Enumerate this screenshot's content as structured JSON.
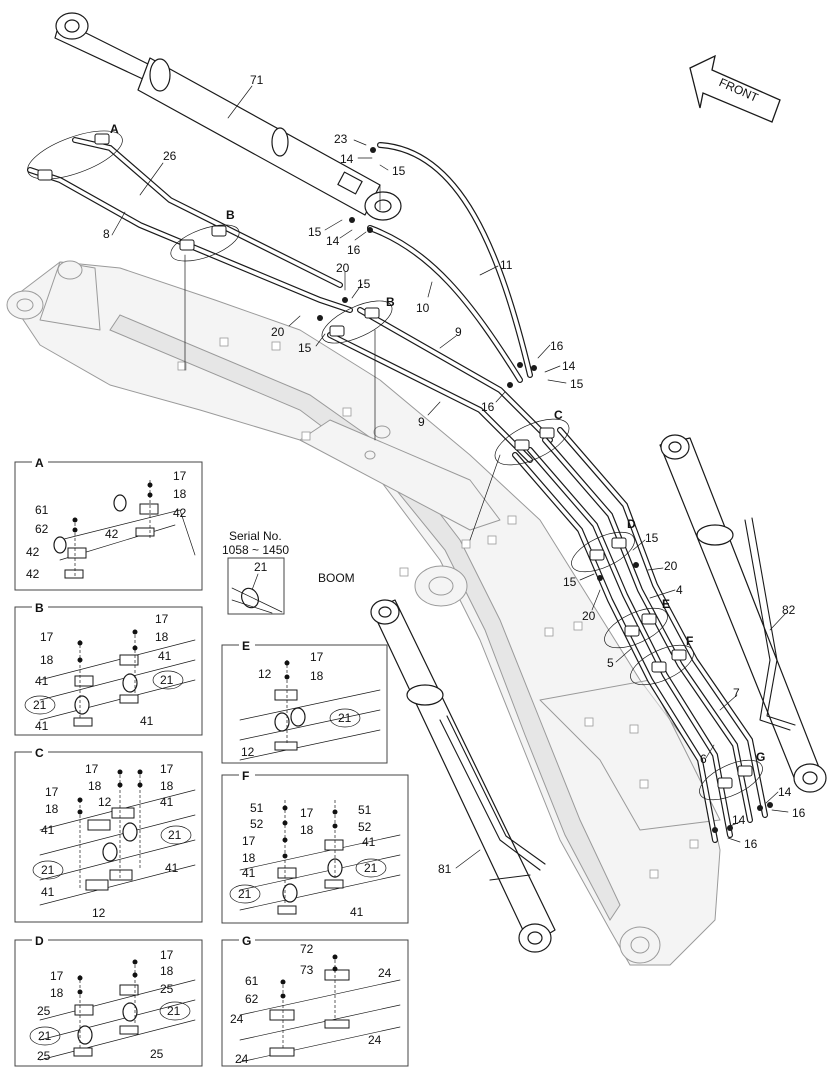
{
  "arrow_label": "FRONT",
  "boom_label": "BOOM",
  "serial": {
    "title": "Serial No.",
    "range": "1058 ~ 1450",
    "part": "21"
  },
  "callouts": {
    "c71": "71",
    "c26": "26",
    "c8": "8",
    "c23": "23",
    "c14a": "14",
    "c15a": "15",
    "c15b": "15",
    "c14b": "14",
    "c16a": "16",
    "c11": "11",
    "c20a": "20",
    "c15c": "15",
    "c10": "10",
    "c20b": "20",
    "c15d": "15",
    "c9a": "9",
    "c9b": "9",
    "c16b": "16",
    "c14c": "14",
    "c15e": "15",
    "c16c": "16",
    "c15f": "15",
    "c15g": "15",
    "c20c": "20",
    "c20d": "20",
    "c4": "4",
    "c5": "5",
    "c7": "7",
    "c6": "6",
    "c82": "82",
    "c81": "81",
    "c14d": "14",
    "c16d": "16",
    "c14e": "14",
    "c16e": "16"
  },
  "detail_letters": {
    "A": "A",
    "B": "B",
    "C": "C",
    "D": "D",
    "E": "E",
    "F": "F",
    "G": "G"
  },
  "detail_A": [
    "17",
    "18",
    "42",
    "61",
    "62",
    "42",
    "42",
    "42"
  ],
  "detail_B": [
    "17",
    "18",
    "17",
    "18",
    "41",
    "41",
    "21",
    "21",
    "41",
    "41"
  ],
  "detail_C": [
    "17",
    "18",
    "17",
    "18",
    "17",
    "18",
    "12",
    "41",
    "41",
    "21",
    "21",
    "41",
    "41",
    "12"
  ],
  "detail_D": [
    "17",
    "18",
    "17",
    "18",
    "25",
    "25",
    "21",
    "21",
    "25",
    "25"
  ],
  "detail_E": [
    "17",
    "18",
    "12",
    "21",
    "12"
  ],
  "detail_F": [
    "51",
    "52",
    "17",
    "18",
    "51",
    "17",
    "52",
    "18",
    "41",
    "21",
    "21",
    "41",
    "41"
  ],
  "detail_G": [
    "72",
    "73",
    "24",
    "61",
    "62",
    "24",
    "24",
    "24"
  ]
}
